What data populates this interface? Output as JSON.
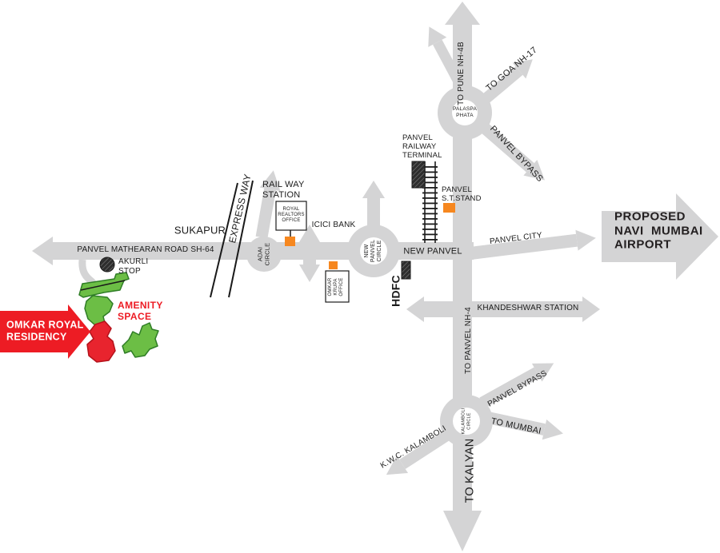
{
  "title": "Omkar Royal Residency location map",
  "colors": {
    "road": "#d4d4d5",
    "road_edge": "#c7c7c9",
    "orange_marker": "#F6871F",
    "site_green": "#6CBE45",
    "site_green_edge": "#2f7d26",
    "site_red": "#E8242E",
    "site_red_edge": "#b5121b",
    "banner_red": "#ED1C24",
    "text": "#1b1b1b"
  },
  "markers": {
    "office_marker": "orange-square",
    "bus_stand_marker": "orange-square",
    "railway_terminal_marker": "hatched-black-rect",
    "hdfc_marker": "hatched-black-rect",
    "akurli_stop_marker": "hatched-black-circle",
    "railway_track": "ladder-lines",
    "express_way": "double-parallel-lines"
  },
  "labels": {
    "to_pune": "TO PUNE NH-4B",
    "to_goa": "TO GOA NH-17",
    "palaspa_phata": "PALASPA\nPHATA",
    "panvel_bypass_top": "PANVEL BYPASS",
    "panvel_railway_terminal": "PANVEL\nRAILWAY\nTERMINAL",
    "panvel_st_stand": "PANVEL\nS.T.STAND",
    "sukapur": "SUKAPUR",
    "express_way": "EXPRESS WAY",
    "rail_way_station": "RAIL WAY\nSTATION",
    "royal_realtors_office": "ROYAL\nREALTORS\nOFFICE",
    "icici_bank": "ICICI BANK",
    "panvel_mathearan_road": "PANVEL MATHEARAN ROAD SH-64",
    "adai_circle": "ADAI\nCIRCLE",
    "akurli_stop": "AKURLI\nSTOP",
    "omkar_krupa_office": "OMKAR\nKRUPA\nOFFICE",
    "new_panvel_circle": "NEW\nPANVEL\nCIRCLE",
    "new_panvel": "NEW PANVEL",
    "panvel_city": "PANVEL CITY",
    "proposed_airport": "PROPOSED\nNAVI  MUMBAI\nAIRPORT",
    "hdfc": "HDFC",
    "khandeshwar_station": "KHANDESHWAR STATION",
    "to_panvel_nh4": "TO PANVEL NH-4",
    "kalamboli_circle": "KALAMBOLI\nCIRCLE",
    "panvel_bypass_bottom": "PANVEL BYPASS",
    "to_mumbai": "TO MUMBAI",
    "kwc_kalamboli": "K.W.C. KALAMBOLI",
    "to_kalyan": "TO KALYAN",
    "amenity_space": "AMENITY\nSPACE",
    "omkar_royal_residency": "OMKAR ROYAL\nRESIDENCY"
  }
}
